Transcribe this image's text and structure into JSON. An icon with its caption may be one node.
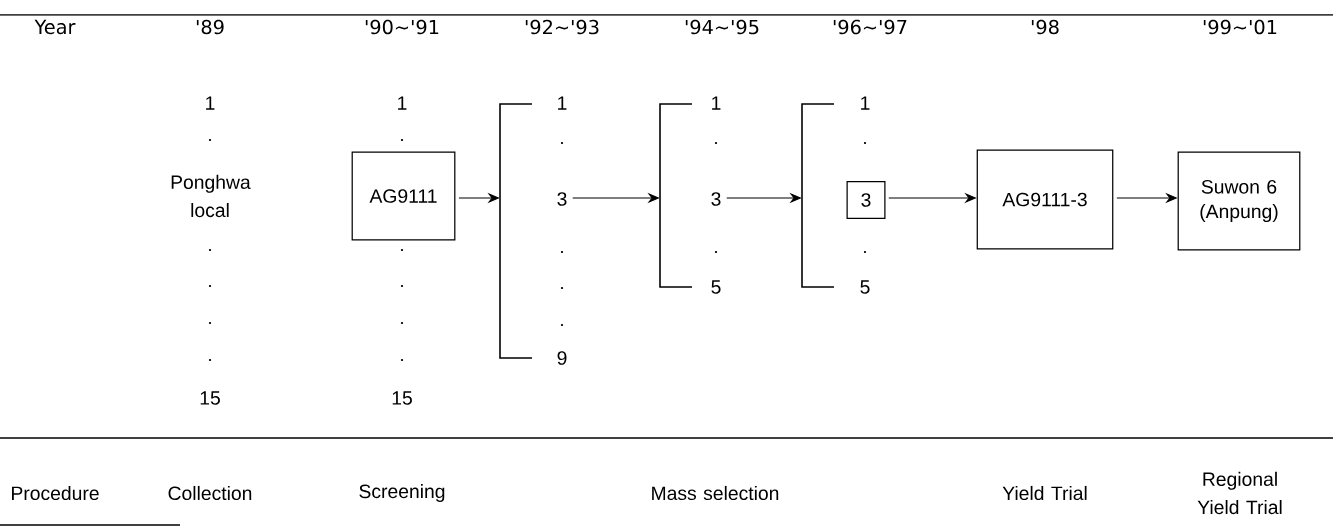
{
  "diagram": {
    "nodes": [
      {
        "text": [
          "AG9111"
        ]
      },
      {
        "text": [
          "1",
          "3",
          "9"
        ]
      },
      {
        "text": [
          "1",
          "3",
          "5"
        ]
      },
      {
        "text": [
          "1",
          "5"
        ]
      },
      {
        "text": [
          "3"
        ],
        "in": 3
      },
      {
        "text": [
          "AG9111-3"
        ]
      },
      {
        "text": [
          "Suwon 6 (Anpung)"
        ]
      }
    ],
    "edges": [
      {
        "from": 0,
        "to": 1,
        "arrow": "to"
      },
      {
        "from": 1,
        "to": 2,
        "arrow": "to"
      },
      {
        "from": 2,
        "to": 3,
        "arrow": "to"
      },
      {
        "from": 3,
        "to": 5,
        "arrow": "to"
      },
      {
        "from": 5,
        "to": 6,
        "arrow": "to"
      }
    ],
    "labels": [
      "Year",
      "'89",
      "'90∼'91",
      "'92∼'93",
      "'94∼'95",
      "'96∼'97",
      "'98",
      "'99∼'01",
      "1",
      "Ponghwa local",
      "15",
      "1",
      "15",
      "Procedure",
      "Collection",
      "Screening",
      "Mass selection",
      "Yield Trial",
      "Regional Yield Trial"
    ]
  }
}
